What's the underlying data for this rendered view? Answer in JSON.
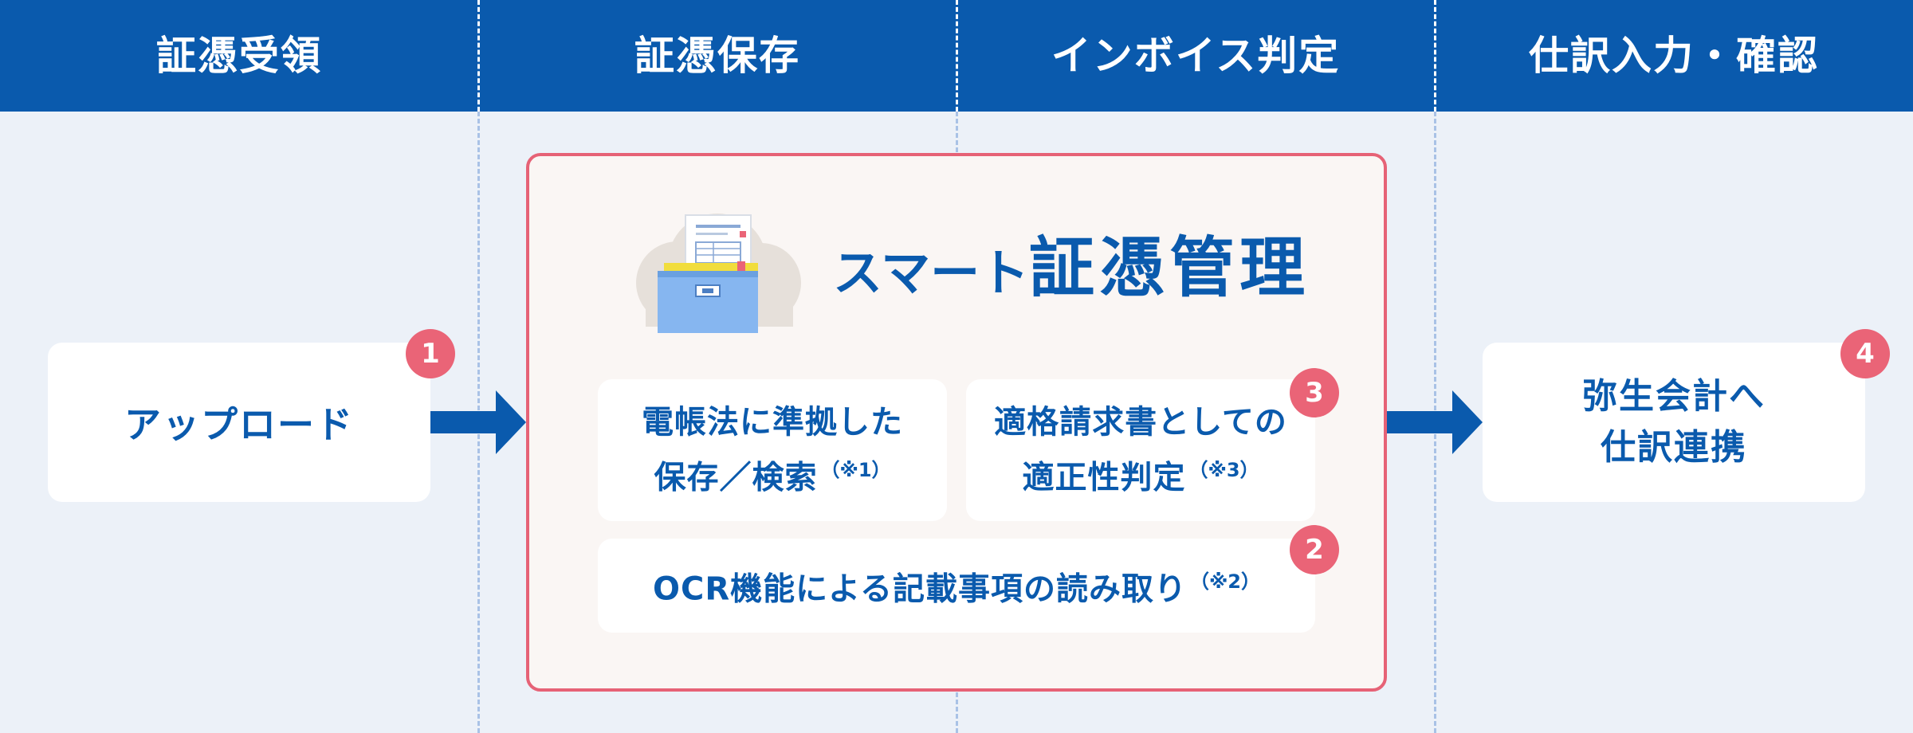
{
  "columns": [
    {
      "title": "証憑受領"
    },
    {
      "title": "証憑保存"
    },
    {
      "title": "インボイス判定"
    },
    {
      "title": "仕訳入力・確認"
    }
  ],
  "upload": {
    "label": "アップロード",
    "badge": "1"
  },
  "smart": {
    "title_prefix": "スマート",
    "title_main": "証憑管理",
    "icon": "file-cabinet-cloud-icon"
  },
  "features": {
    "storage": {
      "line1": "電帳法に準拠した",
      "line2": "保存／検索",
      "note": "（※1）"
    },
    "invoice": {
      "line1": "適格請求書としての",
      "line2": "適正性判定",
      "note": "（※3）",
      "badge": "3"
    },
    "ocr": {
      "line1": "OCR機能による記載事項の読み取り",
      "note": "（※2）",
      "badge": "2"
    }
  },
  "yayoi": {
    "line1": "弥生会計へ",
    "line2": "仕訳連携",
    "badge": "4"
  },
  "colors": {
    "header": "#0a5aad",
    "background": "#ecf1f8",
    "accent_red": "#ea6477",
    "text_blue": "#0a5aad",
    "box_fill": "#faf6f4"
  }
}
